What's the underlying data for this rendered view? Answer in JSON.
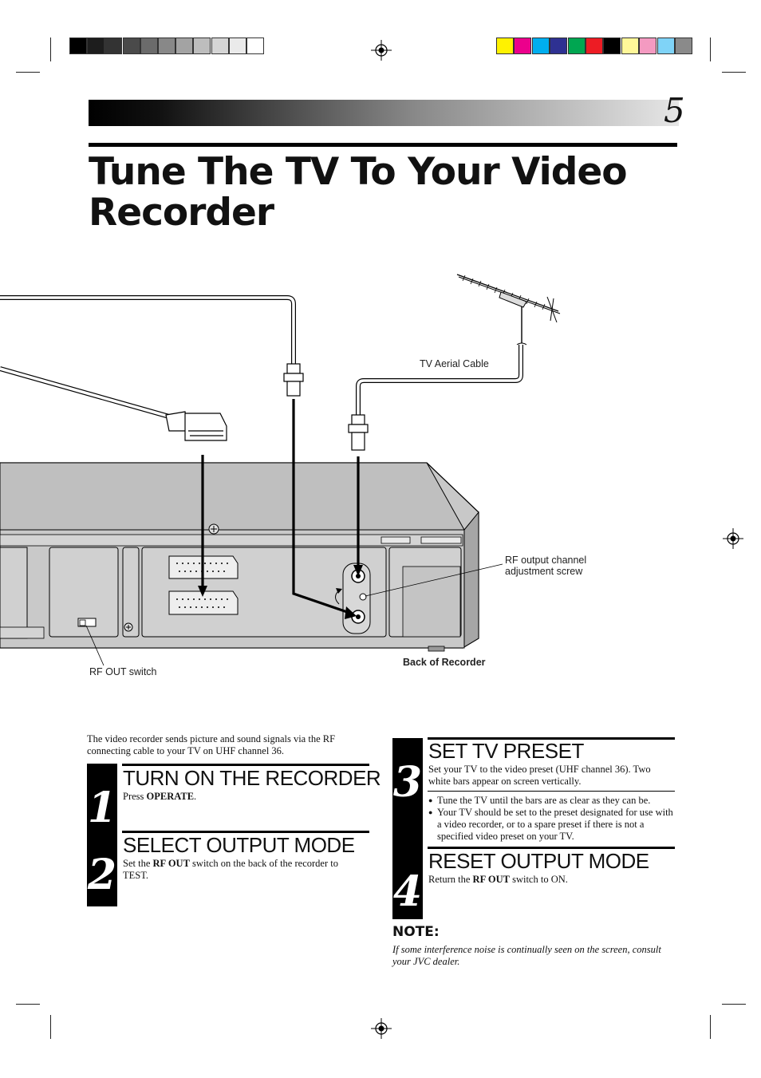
{
  "page": {
    "number": "5",
    "title": "Tune The TV To Your Video Recorder"
  },
  "registration": {
    "gray_swatches": [
      "#000000",
      "#1d1d1d",
      "#333333",
      "#4a4a4a",
      "#6b6b6b",
      "#888888",
      "#a3a3a3",
      "#bdbdbd",
      "#d5d5d5",
      "#eaeaea",
      "#ffffff"
    ],
    "color_swatches": [
      "#fff200",
      "#ec008c",
      "#00aeef",
      "#2e3192",
      "#00a651",
      "#ed1c24",
      "#000000",
      "#fff799",
      "#f49ac1",
      "#7fd3f7",
      "#8a8a8a"
    ]
  },
  "diagram": {
    "label_aerial": "TV Aerial Cable",
    "label_rf_screw": "RF output channel adjustment screw",
    "label_rf_switch": "RF OUT switch",
    "label_back": "Back of Recorder"
  },
  "intro": "The video recorder sends picture and sound signals via the RF connecting cable to your TV on UHF channel 36.",
  "steps": [
    {
      "number": "1",
      "heading": "TURN ON THE RECORDER",
      "text_pre": "Press ",
      "text_bold": "OPERATE",
      "text_post": "."
    },
    {
      "number": "2",
      "heading": "SELECT OUTPUT MODE",
      "text_pre": "Set the ",
      "text_bold": "RF OUT",
      "text_post": " switch on the back of the recorder to TEST."
    },
    {
      "number": "3",
      "heading": "SET TV PRESET",
      "text": "Set your TV to the video preset (UHF channel 36). Two white bars appear on screen vertically.",
      "bullets": [
        "Tune the TV until the bars are as clear as they can be.",
        "Your TV should be set to the preset designated for use with a video recorder, or to a spare preset if there is not a specified video preset on your TV."
      ]
    },
    {
      "number": "4",
      "heading": "RESET OUTPUT MODE",
      "text_pre": "Return the ",
      "text_bold": "RF OUT",
      "text_post": " switch to ON."
    }
  ],
  "note": {
    "heading": "NOTE:",
    "text": "If some interference noise is continually seen on the screen, consult your JVC dealer."
  }
}
